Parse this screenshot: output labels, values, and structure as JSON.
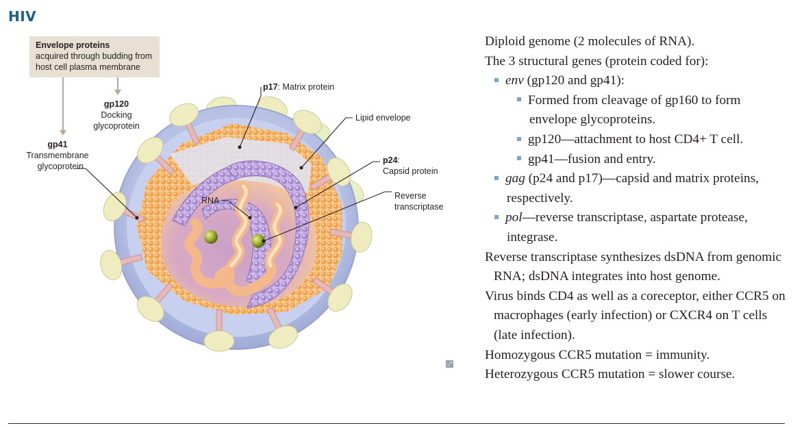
{
  "title": "HIV",
  "envelope_box": {
    "heading": "Envelope proteins",
    "line1": "acquired through budding from",
    "line2": "host cell plasma membrane"
  },
  "labels": {
    "gp120_name": "gp120",
    "gp120_l1": "Docking",
    "gp120_l2": "glycoprotein",
    "gp41_name": "gp41",
    "gp41_l1": "Transmembrane",
    "gp41_l2": "glycoprotein",
    "p17_name": "p17",
    "p17_desc": ": Matrix protein",
    "lipid": "Lipid envelope",
    "p24_name": "p24",
    "p24_colon": ":",
    "p24_desc": "Capsid protein",
    "rna": "RNA",
    "rt_l1": "Reverse",
    "rt_l2": "transcriptase"
  },
  "notes": {
    "l1": "Diploid genome (2 molecules of RNA).",
    "l2": "The 3 structural genes (protein coded for):",
    "env_name": "env",
    "env_rest": " (gp120 and gp41):",
    "env_sub1": "Formed from cleavage of gp160 to form envelope glycoproteins.",
    "env_sub2": "gp120—attachment to host CD4+ T cell.",
    "env_sub3": "gp41—fusion and entry.",
    "gag_name": "gag",
    "gag_rest": " (p24 and p17)—capsid and matrix proteins, respectively.",
    "pol_name": "pol",
    "pol_rest": "—reverse transcriptase, aspartate protease, integrase.",
    "rt_para": "Reverse transcriptase synthesizes dsDNA from genomic RNA; dsDNA integrates into host genome.",
    "cd4_para": "Virus binds CD4 as well as a coreceptor, either CCR5 on macrophages (early infection) or CXCR4 on T cells (late infection).",
    "homo": "Homozygous CCR5 mutation = immunity.",
    "hetero": "Heterozygous CCR5 mutation = slower course."
  },
  "colors": {
    "title": "#1b5f86",
    "envelope_box_bg": "#e8e0d3",
    "bullet": "#7aa7c7",
    "envelope_outer": "#b9c3e3",
    "capsid": "#a98ccf",
    "matrix": "#f0a55a",
    "spike_head": "#efedc0",
    "spike_stalk": "#e6b8b8"
  }
}
